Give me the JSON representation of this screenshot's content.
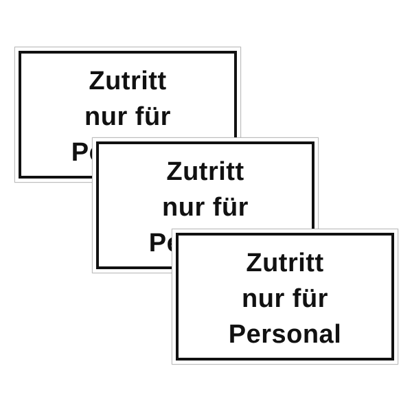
{
  "signs": {
    "back": {
      "line1": "Zutritt",
      "line2": "nur für",
      "line3": "Personal"
    },
    "middle": {
      "line1": "Zutritt",
      "line2": "nur für",
      "line3": "Personal"
    },
    "front": {
      "line1": "Zutritt",
      "line2": "nur für",
      "line3": "Personal"
    }
  },
  "colors": {
    "background": "#ffffff",
    "border": "#111111",
    "text": "#111111"
  }
}
